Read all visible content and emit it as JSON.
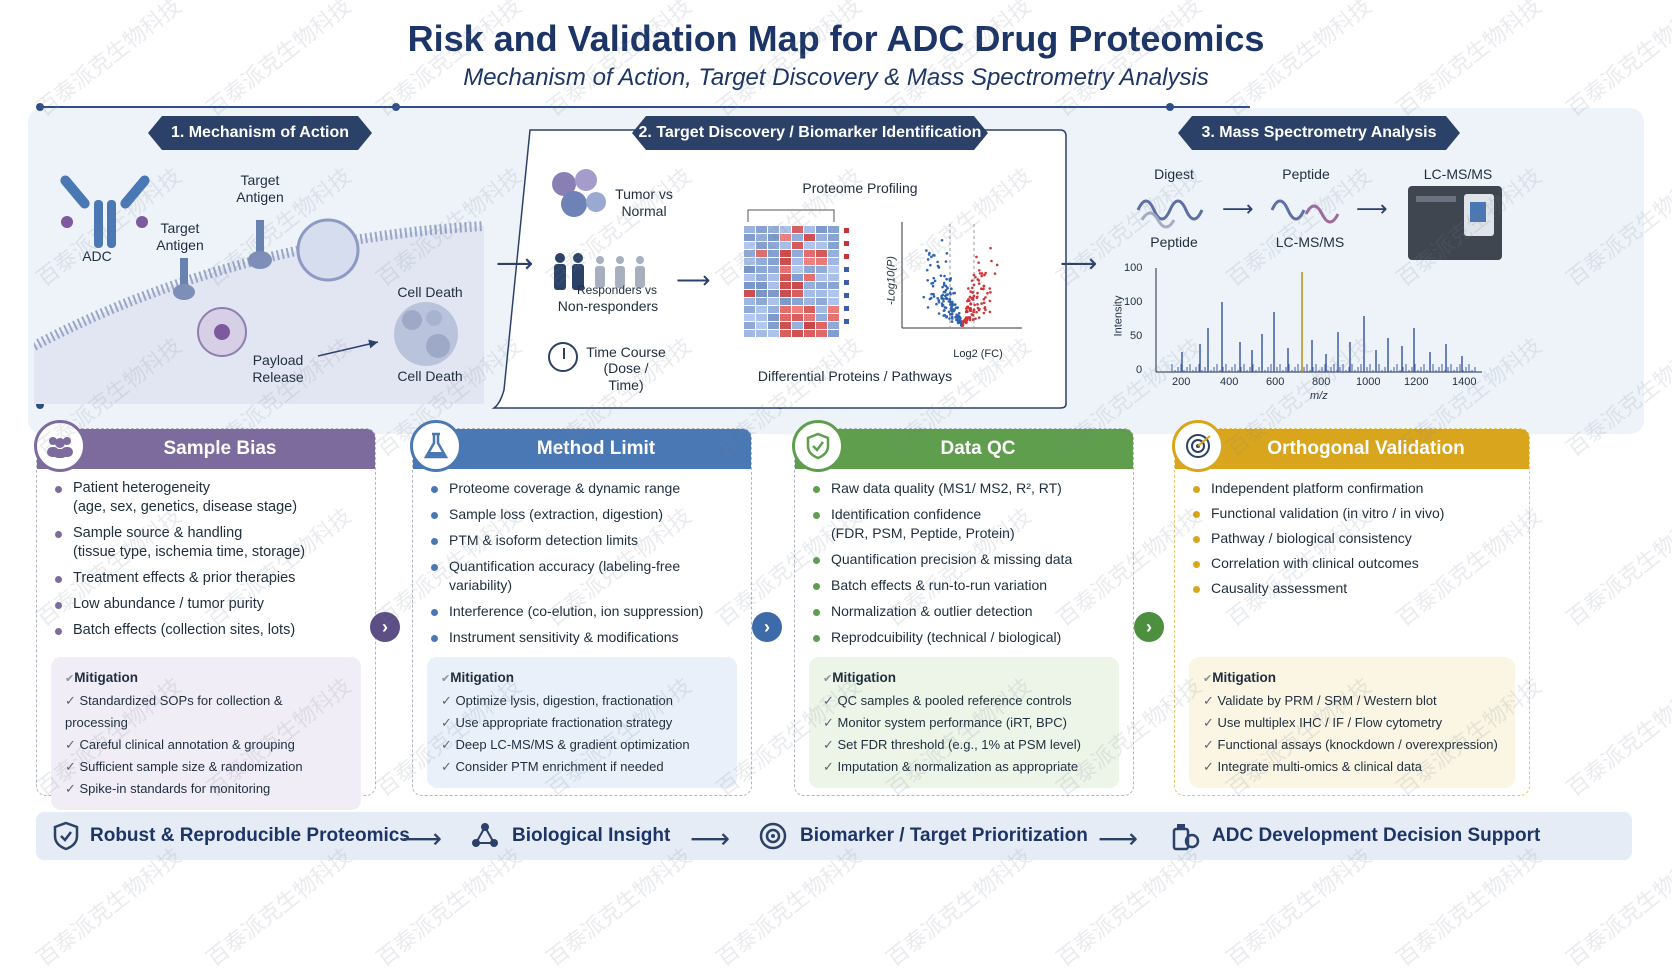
{
  "header": {
    "title": "Risk and Validation Map for ADC Drug Proteomics",
    "subtitle": "Mechanism of Action, Target Discovery & Mass Spectrometry Analysis"
  },
  "sections": {
    "s1": {
      "title": "1. Mechanism of Action",
      "labels": {
        "adc": "ADC",
        "target_antigen_a": "Target Antigen",
        "target_antigen_b": "Target Antigen",
        "cell_death_top": "Cell Death",
        "cell_death_bottom": "Cell Death",
        "payload_release": "Payload Release"
      }
    },
    "s2": {
      "title": "2. Target Discovery / Biomarker Identification",
      "labels": {
        "tumor_vs_normal": "Tumor vs Normal",
        "responders": "Responders vs",
        "non_responders": "Non-responders",
        "time_course": "Time Course",
        "dose_time": "(Dose / Time)",
        "proteome_profiling": "Proteome Profiling",
        "differential": "Differential Proteins / Pathways",
        "volcano_x": "Log2 (FC)",
        "volcano_y": "-Log10(P)"
      }
    },
    "s3": {
      "title": "3. Mass Spectrometry Analysis",
      "labels": {
        "digest": "Digest",
        "peptide_top": "Peptide",
        "lcmsms_top": "LC-MS/MS",
        "peptide_bottom": "Peptide",
        "lcmsms_bottom": "LC-MS/MS",
        "y_axis": "Intensity",
        "x_axis": "m/z"
      },
      "y_ticks": [
        "100",
        "100",
        "50",
        "0"
      ],
      "x_ticks": [
        "200",
        "400",
        "600",
        "800",
        "1000",
        "1200",
        "1400"
      ]
    }
  },
  "cards": {
    "sample_bias": {
      "title": "Sample Bias",
      "color": "#7d6b9e",
      "items": [
        {
          "main": "Patient heterogeneity",
          "sub": "(age, sex, genetics, disease stage)"
        },
        {
          "main": "Sample source & handling",
          "sub": "(tissue type, ischemia time, storage)"
        },
        {
          "main": "Treatment effects & prior therapies",
          "sub": ""
        },
        {
          "main": "Low abundance / tumor purity",
          "sub": ""
        },
        {
          "main": "Batch effects (collection sites, lots)",
          "sub": ""
        }
      ],
      "mitigation_title": "Mitigation",
      "mitigation": [
        "Standardized SOPs for collection & processing",
        "Careful clinical annotation & grouping",
        "Sufficient sample size & randomization",
        "Spike-in standards for monitoring"
      ]
    },
    "method_limit": {
      "title": "Method Limit",
      "color": "#4a78b5",
      "items": [
        {
          "main": "Proteome coverage & dynamic range",
          "sub": ""
        },
        {
          "main": "Sample loss (extraction, digestion)",
          "sub": ""
        },
        {
          "main": "PTM & isoform detection limits",
          "sub": ""
        },
        {
          "main": "Quantification accuracy (labeling-free",
          "sub": "variability)"
        },
        {
          "main": "Interference (co-elution, ion suppression)",
          "sub": ""
        },
        {
          "main": "Instrument sensitivity & modifications",
          "sub": ""
        }
      ],
      "mitigation_title": "Mitigation",
      "mitigation": [
        "Optimize lysis, digestion, fractionation",
        "Use appropriate fractionation strategy",
        "Deep LC-MS/MS & gradient optimization",
        "Consider PTM enrichment if needed"
      ]
    },
    "data_qc": {
      "title": "Data QC",
      "color": "#5e9e4c",
      "items": [
        {
          "main": "Raw data quality (MS1/ MS2, R², RT)",
          "sub": ""
        },
        {
          "main": "Identification confidence",
          "sub": "(FDR, PSM, Peptide, Protein)"
        },
        {
          "main": "Quantification precision & missing data",
          "sub": ""
        },
        {
          "main": "Batch effects & run-to-run variation",
          "sub": ""
        },
        {
          "main": "Normalization & outlier detection",
          "sub": ""
        },
        {
          "main": "Reprodcuibility (technical / biological)",
          "sub": ""
        }
      ],
      "mitigation_title": "Mitigation",
      "mitigation": [
        "QC samples & pooled reference controls",
        "Monitor system performance (iRT, BPC)",
        "Set FDR threshold (e.g., 1% at PSM level)",
        "Imputation & normalization as appropriate"
      ]
    },
    "orthogonal": {
      "title": "Orthogonal Validation",
      "color": "#d9a51c",
      "items": [
        {
          "main": "Independent platform confirmation",
          "sub": ""
        },
        {
          "main": "Functional validation (in vitro / in vivo)",
          "sub": ""
        },
        {
          "main": "Pathway / biological consistency",
          "sub": ""
        },
        {
          "main": "Correlation with clinical outcomes",
          "sub": ""
        },
        {
          "main": "Causality assessment",
          "sub": ""
        }
      ],
      "mitigation_title": "Mitigation",
      "mitigation": [
        "Validate by PRM / SRM / Western blot",
        "Use multiplex IHC / IF / Flow cytometry",
        "Functional assays (knockdown / overexpression)",
        "Integrate multi-omics & clinical data"
      ]
    }
  },
  "bottom": {
    "items": [
      "Robust & Reproducible Proteomics",
      "Biological Insight",
      "Biomarker / Target Prioritization",
      "ADC Development Decision Support"
    ]
  },
  "watermark": "百泰派克生物科技"
}
